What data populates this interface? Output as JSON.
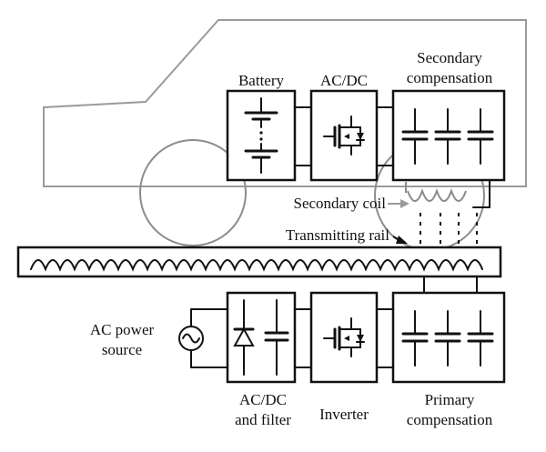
{
  "labels": {
    "battery": "Battery",
    "acdc_top": "AC/DC",
    "secondary_compensation_line1": "Secondary",
    "secondary_compensation_line2": "compensation",
    "secondary_coil": "Secondary coil",
    "transmitting_rail": "Transmitting rail",
    "ac_power_source_line1": "AC power",
    "ac_power_source_line2": "source",
    "acdc_filter_line1": "AC/DC",
    "acdc_filter_line2": "and filter",
    "inverter": "Inverter",
    "primary_compensation_line1": "Primary",
    "primary_compensation_line2": "compensation"
  },
  "colors": {
    "vehicle_outline": "#9a9a9a",
    "circuit": "#111111",
    "background": "#ffffff"
  }
}
